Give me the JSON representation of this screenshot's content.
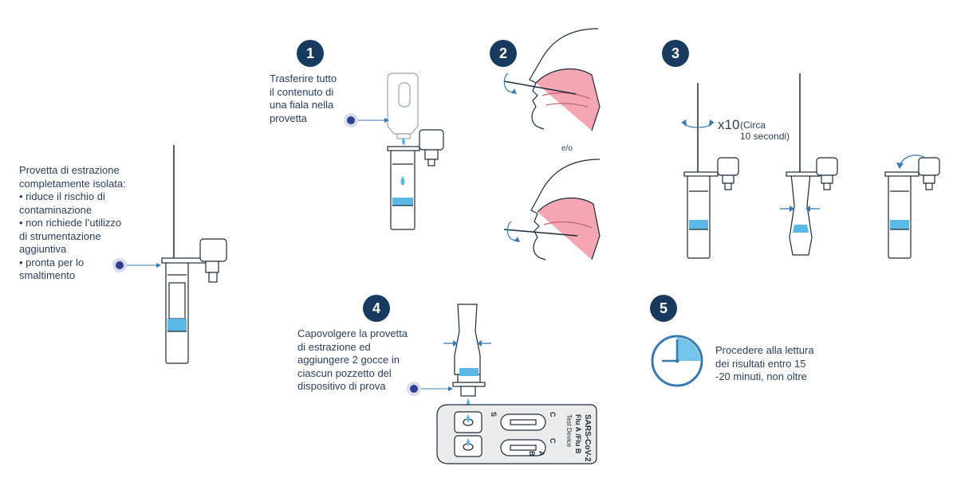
{
  "intro": {
    "title_lines": [
      "Provetta di estrazione",
      "completamente isolata:"
    ],
    "bullets": [
      [
        "• riduce il rischio di",
        "contaminazione"
      ],
      [
        "• non richiede l’utilizzo",
        "di strumentazione",
        "aggiuntiva"
      ],
      [
        "• pronta per lo",
        "smaltimento"
      ]
    ]
  },
  "steps": [
    {
      "number": "1",
      "lines": [
        "Trasferire tutto",
        "il contenuto di",
        "una fiala nella",
        "provetta"
      ]
    },
    {
      "number": "2",
      "or_label": "e/o"
    },
    {
      "number": "3",
      "rotation_label": "x10",
      "rotation_note": [
        "(Circa",
        "10 secondi)"
      ]
    },
    {
      "number": "4",
      "lines": [
        "Capovolgere la provetta",
        "di estrazione ed",
        "aggiungere 2 gocce in",
        "ciascun pozzetto del",
        "dispositivo di prova"
      ]
    },
    {
      "number": "5",
      "lines": [
        "Procedere alla lettura",
        "dei risultati entro 15",
        "-20 minuti, non oltre"
      ],
      "timer_elapsed_fraction": 0.25
    }
  ],
  "test_device": {
    "name_lines": [
      "SARS-CoV-2",
      "Flu A /Flu B",
      "Test Device"
    ],
    "window_top_labels": [
      "C",
      "S"
    ],
    "window_bottom_labels": [
      "C",
      "A",
      "B"
    ]
  },
  "colors": {
    "navy": "#173a5e",
    "liquid": "#5ab8e6",
    "pink": "#f4a7b2",
    "marker": "#2e3f8f",
    "arrow": "#3a78b0"
  }
}
